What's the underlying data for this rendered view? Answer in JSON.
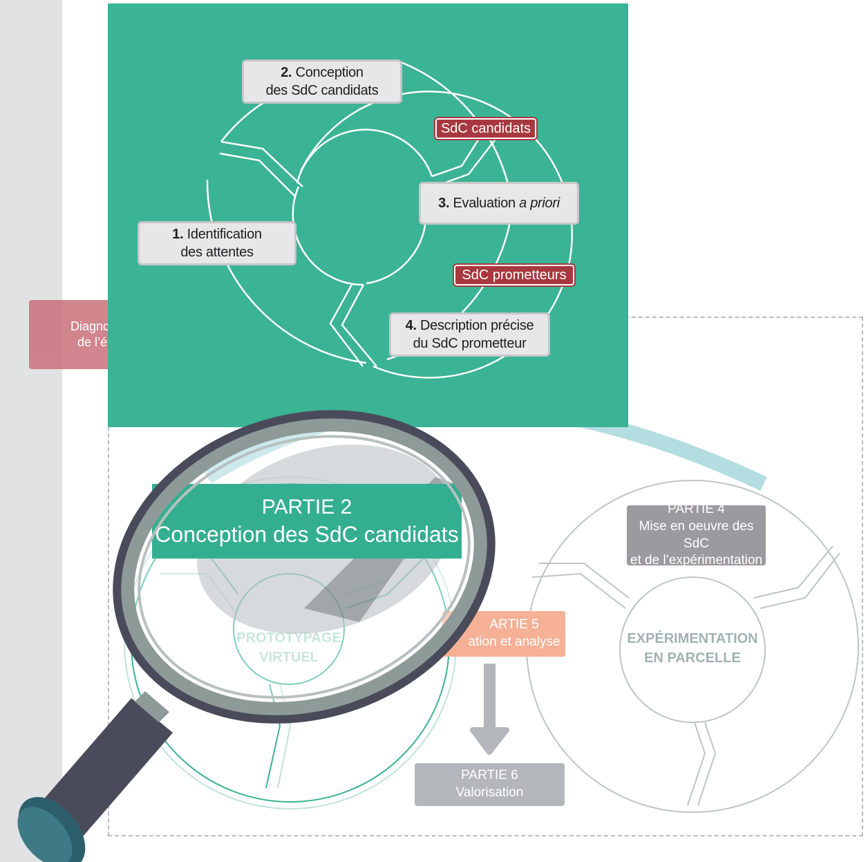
{
  "colors": {
    "green": "#3bb395",
    "dark_red": "#a8383f",
    "purple_grey": "#9c9a9f",
    "salmon": "#f5b095",
    "light_blue": "#b3dde1",
    "magnifier_handle": "#4a4b5a",
    "magnifier_rim": "#8e9a98"
  },
  "icons": [
    "magnifying-glass-icon",
    "down-arrow-icon"
  ],
  "diagnostic": {
    "line1": "Diagnc",
    "line2": "de l’é"
  },
  "zoom_panel": {
    "step1": {
      "num": "1.",
      "line1": " Identification",
      "line2": "des attentes"
    },
    "step2": {
      "num": "2.",
      "line1": " Conception",
      "line2": "des SdC candidats"
    },
    "step3": {
      "num": "3.",
      "text": " Evaluation ",
      "italic": "a priori"
    },
    "step4": {
      "num": "4.",
      "line1": " Description précise",
      "line2": "du SdC prometteur"
    },
    "tag_candidats": "SdC candidats",
    "tag_prometteurs": "SdC prometteurs"
  },
  "partie2": {
    "title": "PARTIE 2",
    "subtitle": "Conception des SdC candidats"
  },
  "prototypage": {
    "line1": "PROTOTYPAGE",
    "line2": "VIRTUEL"
  },
  "partie4": {
    "title": "PARTIE 4",
    "line1": "Mise en oeuvre des SdC",
    "line2": "et de l’expérimentation"
  },
  "partie5": {
    "title": "ARTIE 5",
    "subtitle": "ation et analyse"
  },
  "experimentation": {
    "line1": "EXPÉRIMENTATION",
    "line2": "EN PARCELLE"
  },
  "partie6": {
    "title": "PARTIE 6",
    "subtitle": "Valorisation"
  }
}
